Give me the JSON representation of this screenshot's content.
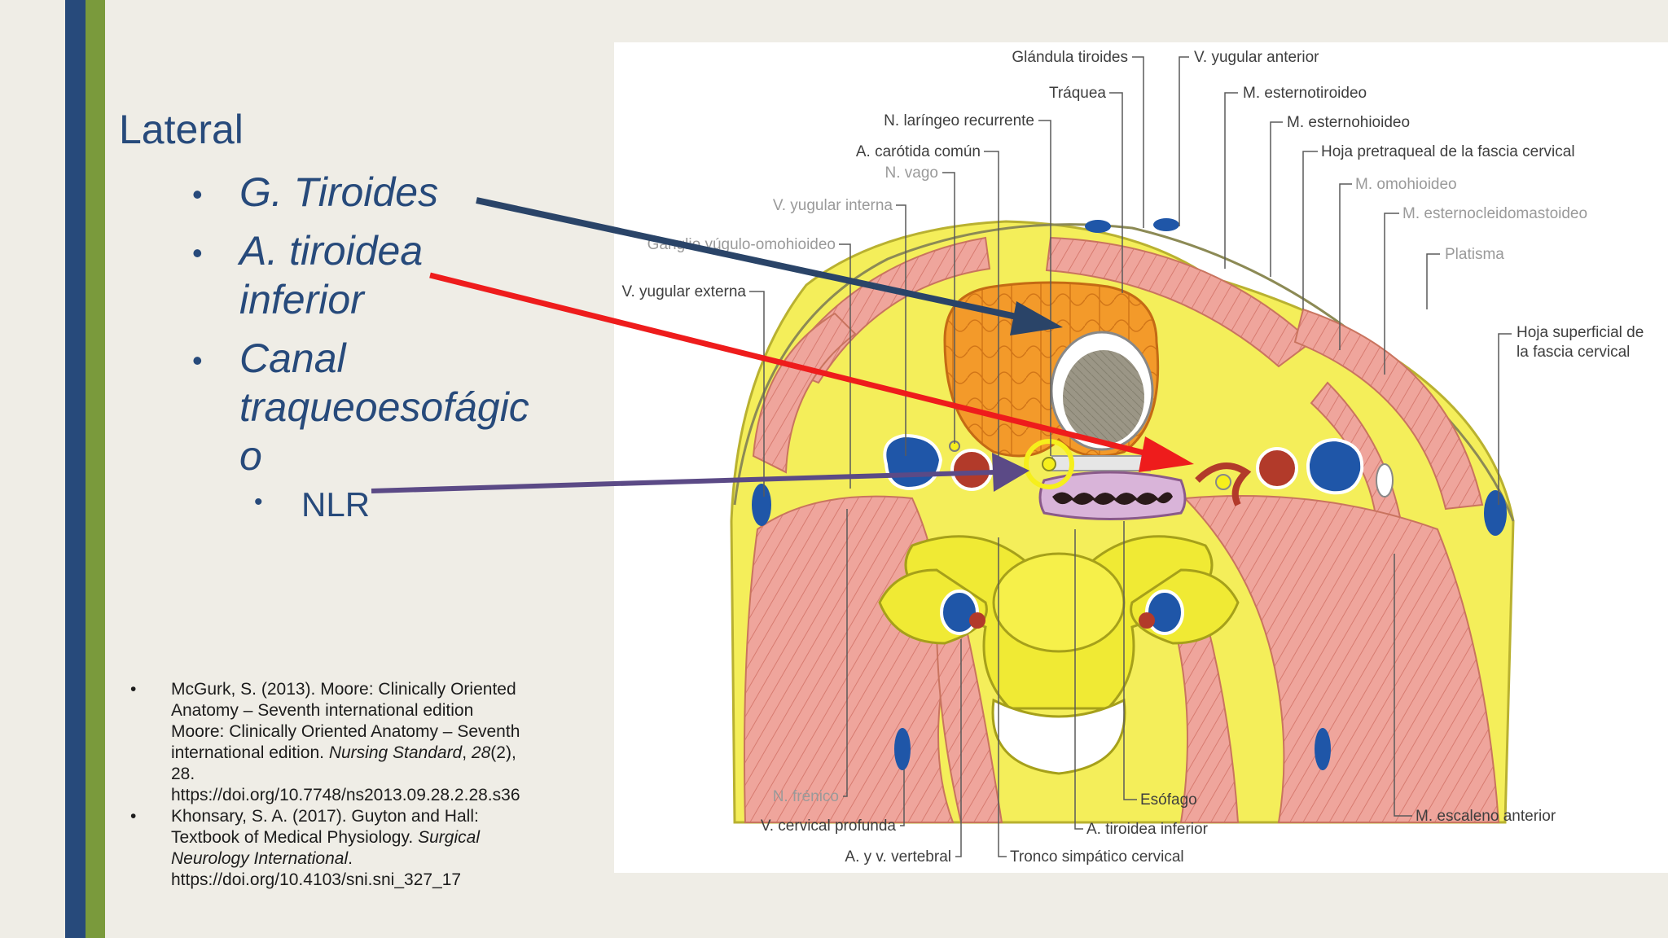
{
  "slide": {
    "heading": "Lateral",
    "items": [
      {
        "line1": "G. Tiroides",
        "line2": "",
        "line3": ""
      },
      {
        "line1": "A. tiroidea",
        "line2": "inferior",
        "line3": ""
      },
      {
        "line1": "Canal",
        "line2": "traqueoesofágic",
        "line3": "o"
      }
    ],
    "subitem": "NLR",
    "bullet_symbol": "•",
    "references": [
      {
        "authors": "McGurk, S. (2013). Moore: Clinically Oriented Anatomy – Seventh international edition Moore: Clinically Oriented Anatomy – Seventh international edition. ",
        "journal": "Nursing Standard",
        "details": ", ",
        "volume": "28",
        "issue": "(2), 28. https://doi.org/10.7748/ns2013.09.28.2.28.s36"
      },
      {
        "authors": "Khonsary, S. A. (2017). Guyton and Hall: Textbook of Medical Physiology. ",
        "journal": "Surgical Neurology International",
        "details": ". https://doi.org/10.4103/sni.sni_327_17",
        "volume": "",
        "issue": ""
      }
    ]
  },
  "figure": {
    "labels": {
      "glandula_tiroides": "Glándula tiroides",
      "traquea": "Tráquea",
      "n_laringeo": "N. laríngeo recurrente",
      "a_carotida": "A. carótida común",
      "n_vago": "N. vago",
      "v_yugular_interna": "V. yugular interna",
      "ganglio": "Ganglio yúgulo-omohioideo",
      "v_yugular_externa": "V. yugular externa",
      "v_yugular_anterior": "V. yugular anterior",
      "m_esternotiroideo": "M. esternotiroideo",
      "m_esternohioideo": "M. esternohioideo",
      "hoja_pretraqueal": "Hoja pretraqueal de la fascia cervical",
      "m_omohioideo": "M. omohioideo",
      "m_esternocleido": "M. esternocleidomastoideo",
      "platisma": "Platisma",
      "hoja_superficial_1": "Hoja superficial de",
      "hoja_superficial_2": "la fascia cervical",
      "n_frenico": "N. frénico",
      "v_cervical": "V. cervical profunda",
      "a_vertebral": "A. y v. vertebral",
      "esofago": "Esófago",
      "a_tiroidea_inf": "A. tiroidea inferior",
      "tronco": "Tronco simpático cervical",
      "m_escaleno": "M. escaleno anterior"
    }
  },
  "colors": {
    "accent_blue": "#274a7b",
    "accent_green": "#7a9a3c",
    "arrow_thyroid": "#2a4468",
    "arrow_artery": "#ee1c1c",
    "arrow_nerve": "#5b4a86",
    "thyroid": "#f39a2a",
    "muscle": "#efa59c",
    "fat": "#f4ee5a",
    "nerve_marker": "#f6ef1c"
  }
}
